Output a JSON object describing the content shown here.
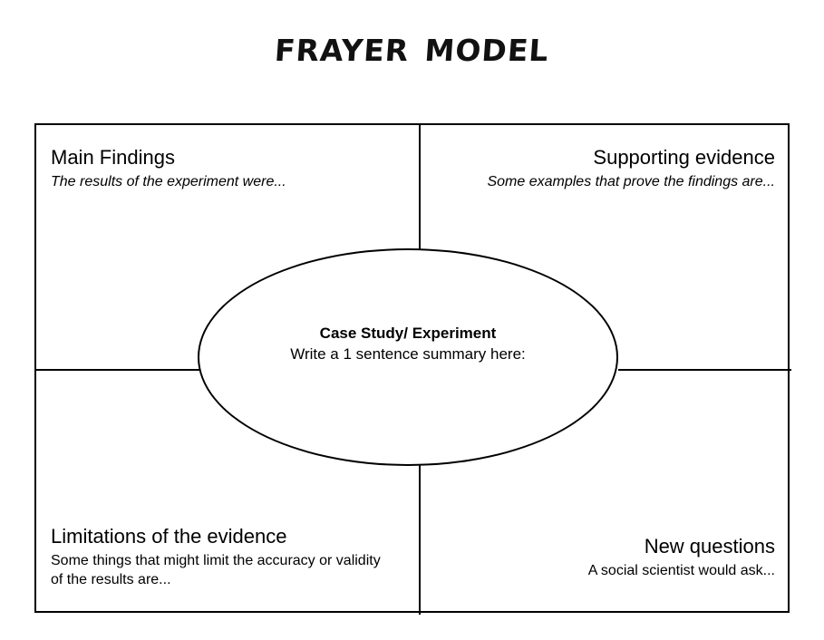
{
  "title": "Frayer Model",
  "frame": {
    "border_color": "#000000",
    "background": "#ffffff"
  },
  "quadrants": [
    {
      "id": "main-findings",
      "position": "top-left",
      "heading": "Main Findings",
      "subtitle": "The results of the experiment were...",
      "subtitle_style": "italic",
      "align": "left"
    },
    {
      "id": "supporting-evidence",
      "position": "top-right",
      "heading": "Supporting evidence",
      "subtitle": "Some examples that prove the findings are...",
      "subtitle_style": "italic",
      "align": "right"
    },
    {
      "id": "limitations-of-the-evidence",
      "position": "bottom-left",
      "heading": "Limitations of the evidence",
      "subtitle": "Some things that might limit the accuracy or validity of the results are...",
      "subtitle_style": "normal",
      "align": "left"
    },
    {
      "id": "new-questions",
      "position": "bottom-right",
      "heading": "New questions",
      "subtitle": "A social scientist would ask...",
      "subtitle_style": "normal",
      "align": "right"
    }
  ],
  "center": {
    "title": "Case Study/ Experiment",
    "prompt": "Write a 1 sentence summary here:"
  }
}
